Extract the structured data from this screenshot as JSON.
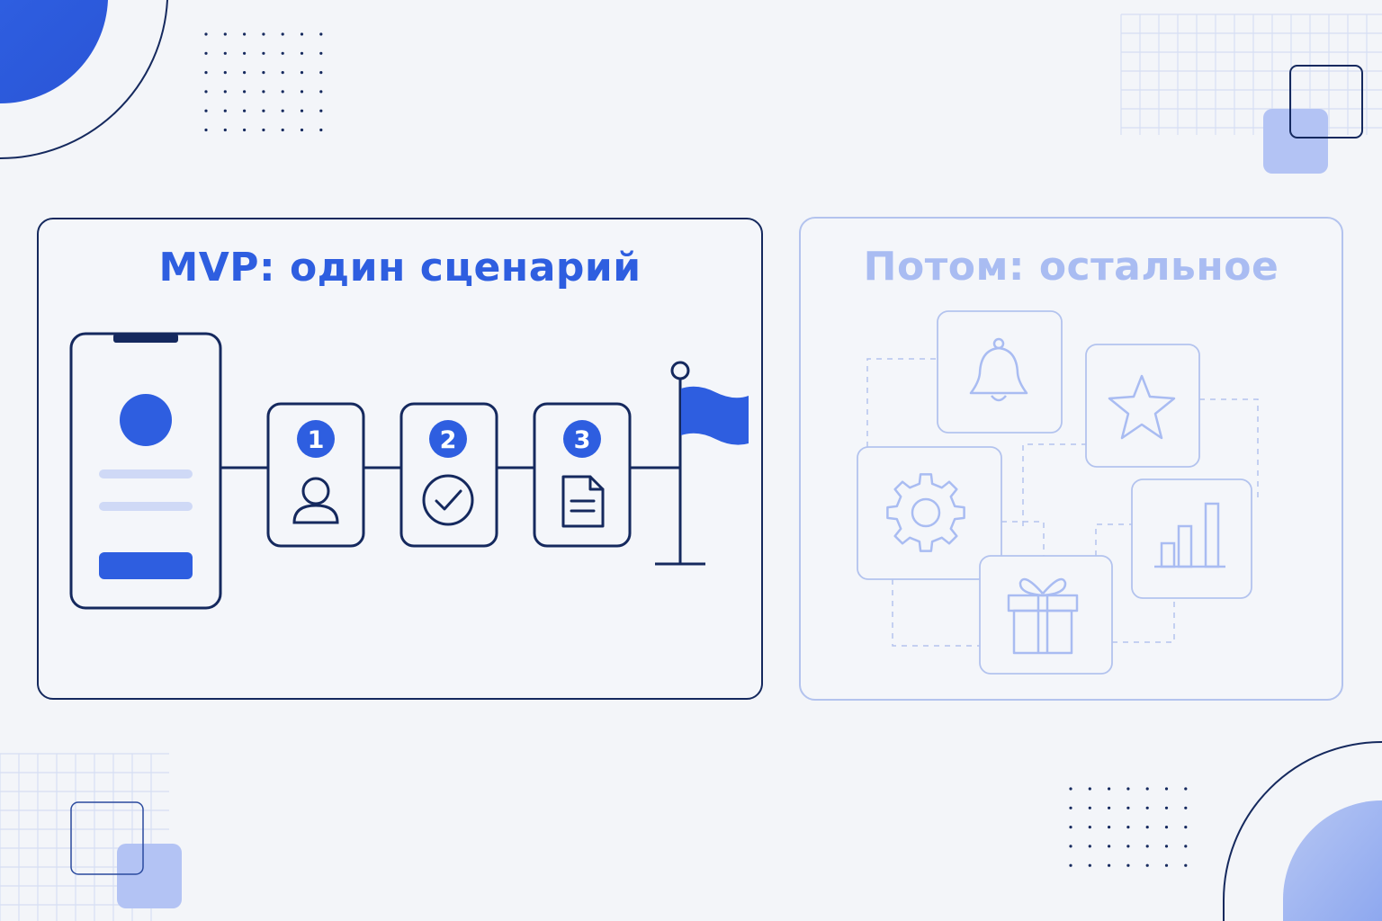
{
  "colors": {
    "background": "#f3f5f9",
    "navy": "#15295e",
    "accent": "#2e5ee0",
    "light_accent": "#a9bcf2",
    "pale_accent": "#cfd9f6",
    "muted_border": "#b3c3ee"
  },
  "mvp_panel": {
    "title": "MVP: один сценарий",
    "phone": {
      "icons": [
        "avatar-circle",
        "text-line",
        "text-line",
        "action-button"
      ]
    },
    "steps": [
      {
        "number": "1",
        "icon": "user-icon"
      },
      {
        "number": "2",
        "icon": "check-circle-icon"
      },
      {
        "number": "3",
        "icon": "document-icon"
      }
    ],
    "goal_icon": "flag-icon"
  },
  "later_panel": {
    "title": "Потом: остальное",
    "feature_icons": [
      "bell-icon",
      "star-icon",
      "gear-icon",
      "bar-chart-icon",
      "gift-icon"
    ]
  }
}
